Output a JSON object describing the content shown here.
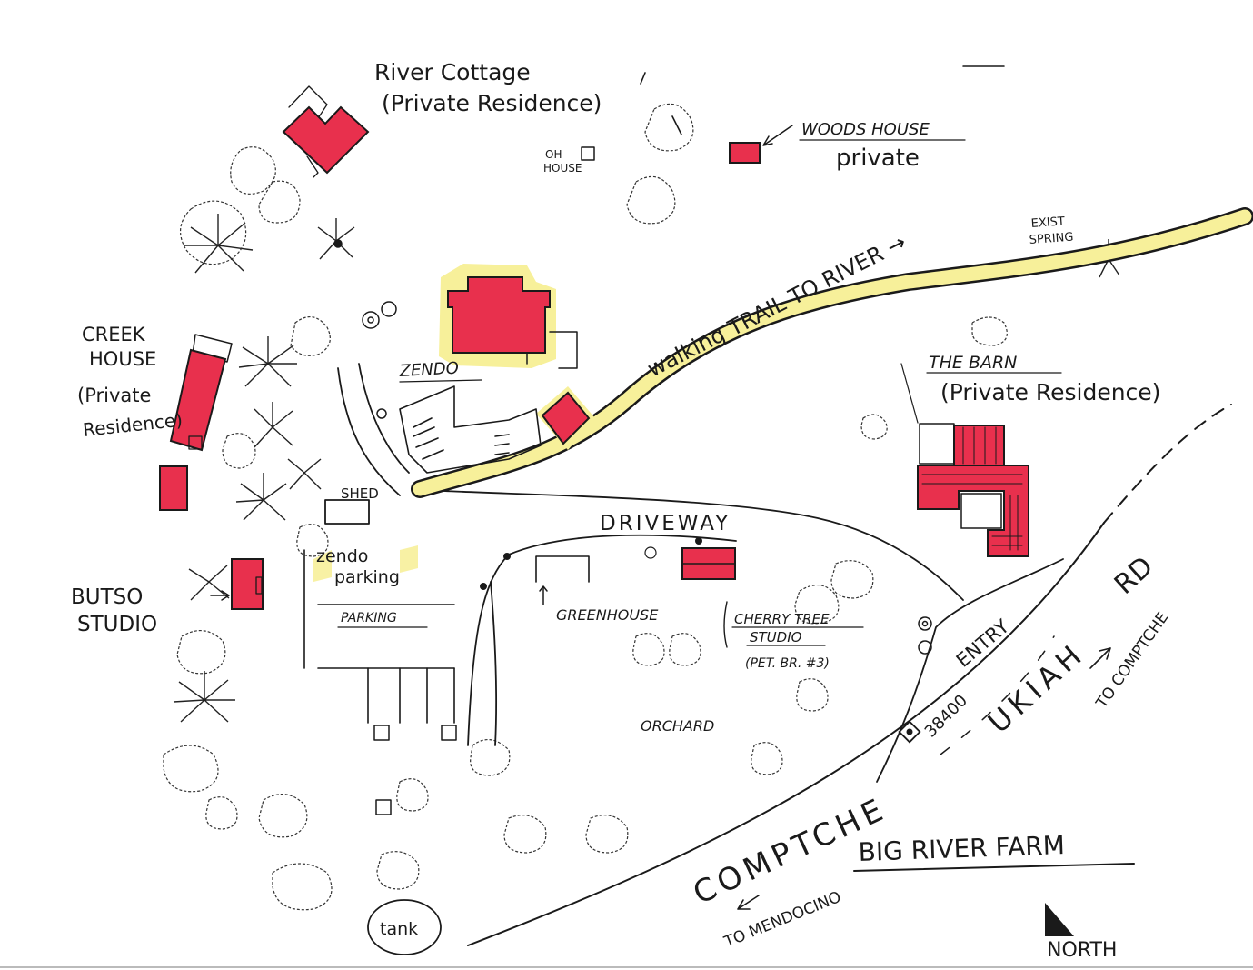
{
  "map": {
    "title": "BIG RIVER FARM",
    "north_label": "NORTH",
    "colors": {
      "building": "#e8304d",
      "trail": "#f7f09a",
      "ink": "#1a1a1a"
    },
    "labels": {
      "river_cottage_1": "River Cottage",
      "river_cottage_2": "(Private Residence)",
      "oh_house_1": "OH",
      "oh_house_2": "HOUSE",
      "woods_house": "WOODS HOUSE",
      "woods_private": "private",
      "exit_spring_1": "EXIST",
      "exit_spring_2": "SPRING",
      "walking_trail": "walking TRAIL TO RIVER →",
      "creek_house_1": "CREEK",
      "creek_house_2": "HOUSE",
      "creek_house_3": "(Private",
      "creek_house_4": "Residence)",
      "zendo": "ZENDO",
      "the_barn": "THE BARN",
      "barn_private": "(Private Residence)",
      "shed": "SHED",
      "driveway": "DRIVEWAY",
      "zendo_parking_1": "zendo",
      "zendo_parking_2": "parking",
      "butso_1": "BUTSO",
      "butso_2": "STUDIO",
      "parking": "PARKING",
      "greenhouse": "GREENHOUSE",
      "cherry_1": "CHERRY TREE",
      "cherry_2": "STUDIO",
      "cherry_3": "(PET. BR. #3)",
      "orchard": "ORCHARD",
      "entry": "ENTRY",
      "address": "38400",
      "ukiah": "UKIAH",
      "rd": "RD",
      "to_comptche": "TO COMPTCHE",
      "comptche": "COMPTCHE",
      "to_mendocino": "TO MENDOCINO",
      "tank": "tank"
    }
  }
}
